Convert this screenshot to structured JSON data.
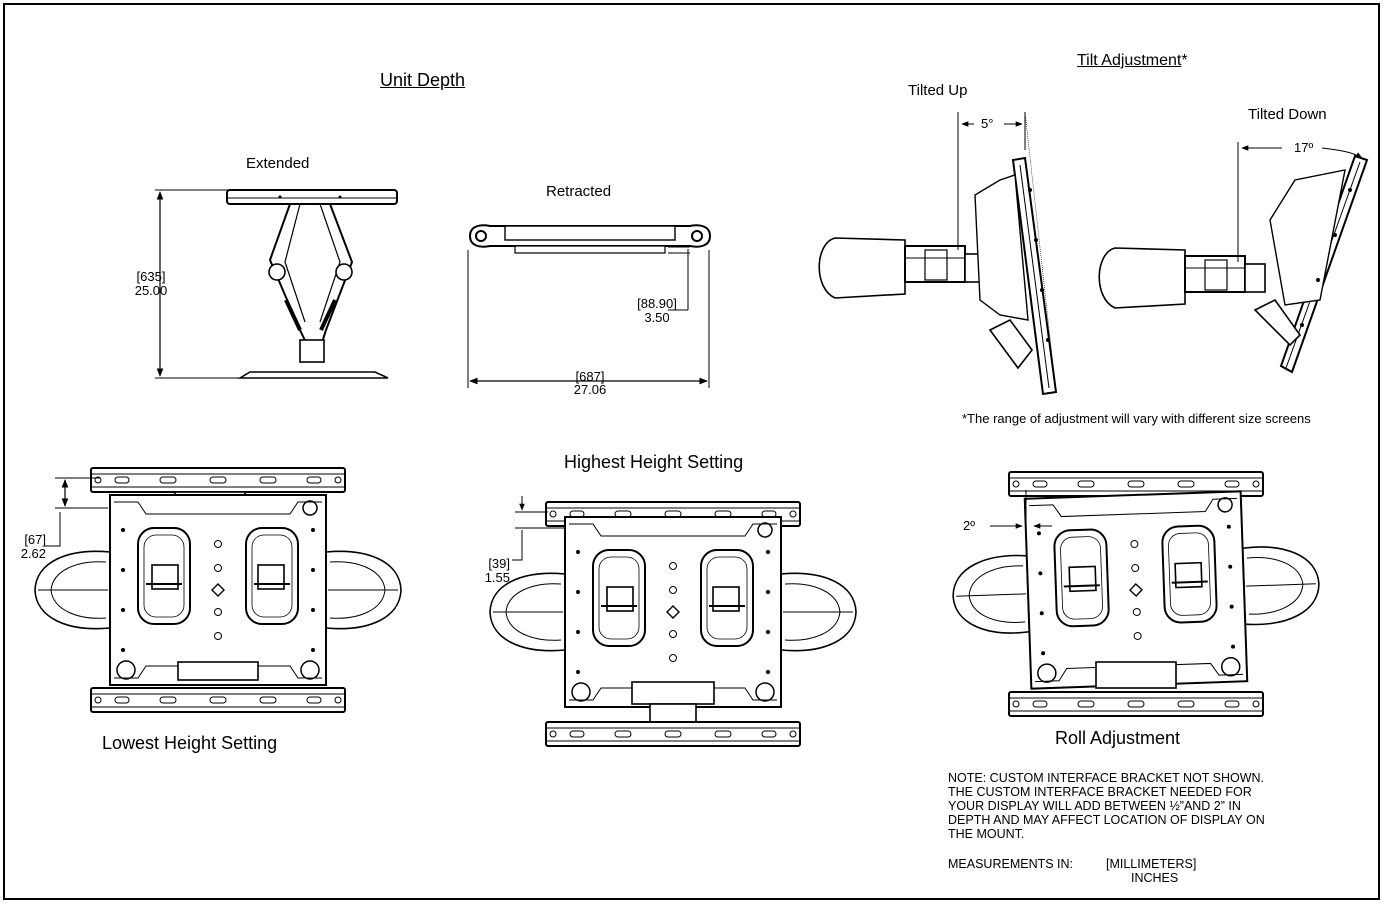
{
  "sections": {
    "unit_depth": {
      "title": "Unit Depth",
      "extended": {
        "label": "Extended",
        "dim_mm": "[635]",
        "dim_in": "25.00"
      },
      "retracted": {
        "label": "Retracted",
        "depth_mm": "[88.90]",
        "depth_in": "3.50",
        "width_mm": "[687]",
        "width_in": "27.06"
      }
    },
    "tilt_adjustment": {
      "title": "Tilt Adjustment",
      "title_suffix": "*",
      "tilted_up": {
        "label": "Tilted Up",
        "angle": "5°"
      },
      "tilted_down": {
        "label": "Tilted Down",
        "angle": "17º"
      },
      "footnote": "*The range of adjustment will vary with different size screens"
    },
    "lowest_height": {
      "label": "Lowest Height Setting",
      "dim_mm": "[67]",
      "dim_in": "2.62"
    },
    "highest_height": {
      "label": "Highest Height Setting",
      "dim_mm": "[39]",
      "dim_in": "1.55"
    },
    "roll_adjustment": {
      "label": "Roll Adjustment",
      "angle": "2º"
    }
  },
  "note": "NOTE:  CUSTOM INTERFACE BRACKET NOT SHOWN.\nTHE CUSTOM INTERFACE BRACKET NEEDED FOR\nYOUR DISPLAY WILL ADD BETWEEN ½”AND 2” IN\nDEPTH AND MAY AFFECT LOCATION OF DISPLAY ON\nTHE MOUNT.",
  "measurements": {
    "label": "MEASUREMENTS IN:",
    "primary": "[MILLIMETERS]",
    "secondary": "INCHES"
  }
}
